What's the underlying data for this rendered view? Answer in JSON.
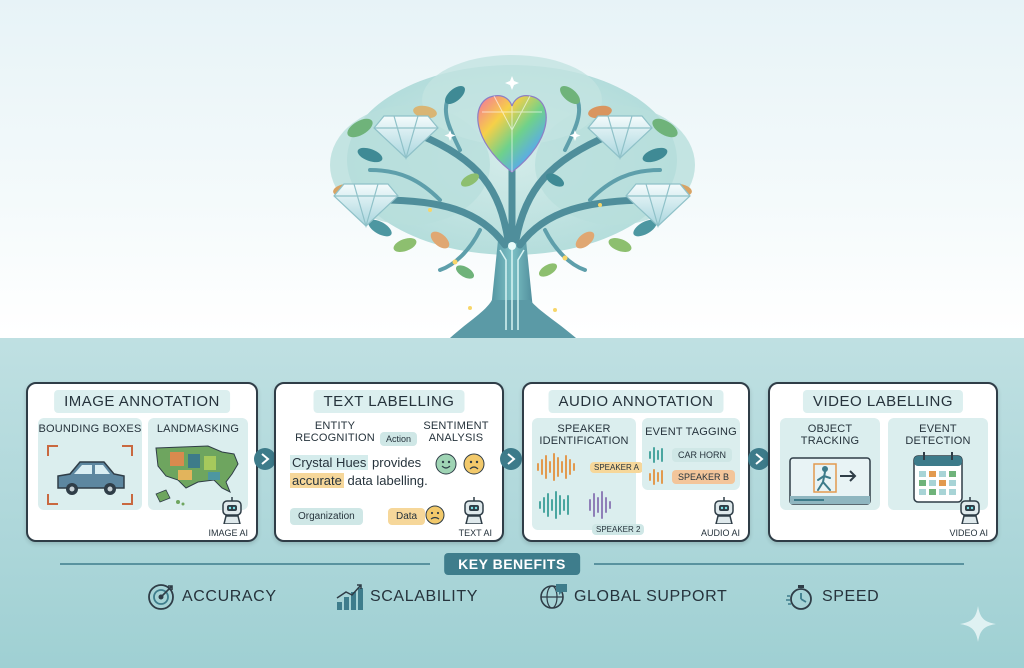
{
  "panels": [
    {
      "title": "IMAGE ANNOTATION",
      "subs": [
        "BOUNDING BOXES",
        "LANDMASKING"
      ],
      "robot_label": "IMAGE AI"
    },
    {
      "title": "TEXT LABELLING",
      "subs": [
        "ENTITY RECOGNITION",
        "SENTIMENT ANALYSIS"
      ],
      "entity_line1": "ENTITY",
      "entity_line2": "RECOGNITION",
      "sentiment_line1": "SENTIMENT",
      "sentiment_line2": "ANALYSIS",
      "action_tag": "Action",
      "sentence_part1": "Crystal Hues",
      "sentence_part2": " provides",
      "sentence_part3": "accurate",
      "sentence_part4": " data labelling.",
      "org_tag": "Organization",
      "data_tag": "Data",
      "robot_label": "TEXT AI"
    },
    {
      "title": "AUDIO ANNOTATION",
      "speaker_id_line1": "SPEAKER",
      "speaker_id_line2": "IDENTIFICATION",
      "event_tagging": "EVENT TAGGING",
      "speaker_a": "SPEAKER A",
      "speaker_2": "SPEAKER 2",
      "car_horn": "CAR HORN",
      "speaker_b": "SPEAKER B",
      "robot_label": "AUDIO AI"
    },
    {
      "title": "VIDEO LABELLING",
      "object_line1": "OBJECT",
      "object_line2": "TRACKING",
      "event_line1": "EVENT",
      "event_line2": "DETECTION",
      "robot_label": "VIDEO AI"
    }
  ],
  "benefits": {
    "title": "KEY BENEFITS",
    "items": [
      {
        "label": "ACCURACY",
        "icon": "target-icon"
      },
      {
        "label": "SCALABILITY",
        "icon": "bar-growth-icon"
      },
      {
        "label": "GLOBAL SUPPORT",
        "icon": "globe-chat-icon"
      },
      {
        "label": "SPEED",
        "icon": "stopwatch-icon"
      }
    ]
  },
  "colors": {
    "panel_border": "#2f3d47",
    "accent": "#3e7d8c",
    "title_bg": "#dcefef",
    "sub_bg": "#dbeeee"
  }
}
